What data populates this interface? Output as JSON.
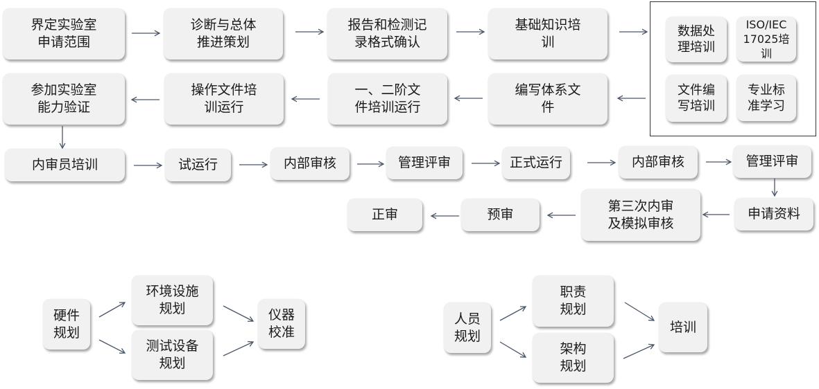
{
  "main_flow": {
    "row1": [
      {
        "label": "界定实验室\n申请范围"
      },
      {
        "label": "诊断与总体\n推进策划"
      },
      {
        "label": "报告和检测记\n录格式确认"
      },
      {
        "label": "基础知识培\n训"
      }
    ],
    "training_group": [
      {
        "label": "数据处\n理培训"
      },
      {
        "label": "ISO/IEC\n17025培\n训"
      },
      {
        "label": "文件编\n写培训"
      },
      {
        "label": "专业标\n准学习"
      }
    ],
    "row2": [
      {
        "label": "参加实验室\n能力验证"
      },
      {
        "label": "操作文件培\n训运行"
      },
      {
        "label": "一、二阶文\n件培训运行"
      },
      {
        "label": "编写体系文\n件"
      }
    ],
    "row3": [
      {
        "label": "内审员培训"
      },
      {
        "label": "试运行"
      },
      {
        "label": "内部审核"
      },
      {
        "label": "管理评审"
      },
      {
        "label": "正式运行"
      },
      {
        "label": "内部审核"
      },
      {
        "label": "管理评审"
      }
    ],
    "row4": [
      {
        "label": "正审"
      },
      {
        "label": "预审"
      },
      {
        "label": "第三次内审\n及模拟审核"
      },
      {
        "label": "申请资料"
      }
    ]
  },
  "hardware_plan": {
    "root": "硬件\n规划",
    "branches": [
      "环境设施\n规划",
      "测试设备\n规划"
    ],
    "result": "仪器\n校准"
  },
  "personnel_plan": {
    "root": "人员\n规划",
    "branches": [
      "职责\n规划",
      "架构\n规划"
    ],
    "result": "培训"
  },
  "colors": {
    "box_fill": "#f1f1f1",
    "arrow": "#4a5668",
    "frame": "#333333"
  }
}
